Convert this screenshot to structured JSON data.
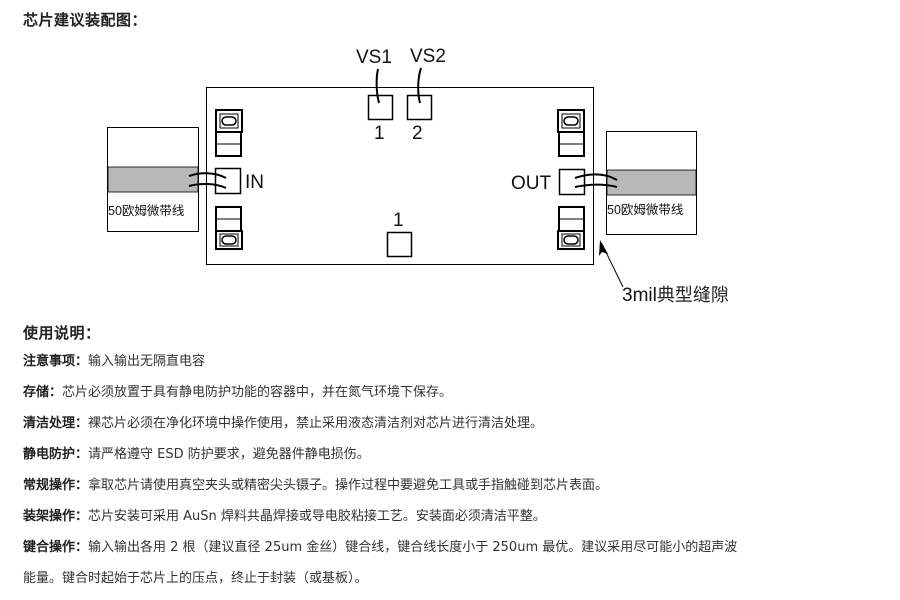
{
  "page": {
    "section1_title": "芯片建议装配图：",
    "section2_title": "使用说明："
  },
  "diagram": {
    "pad_labels": {
      "vs1": "VS1",
      "vs2": "VS2",
      "pad1_num": "1",
      "pad2_num": "2",
      "ground_pad_num": "1",
      "in": "IN",
      "out": "OUT"
    },
    "microstrip_label": "50欧姆微带线",
    "gap_annotation": {
      "prefix": "3mil",
      "suffix": "典型缝隙"
    },
    "colors": {
      "line": "#000000",
      "microstrip_fill": "#b8b8b8",
      "background": "#ffffff"
    }
  },
  "notes": [
    {
      "label": "注意事项：",
      "text": "输入输出无隔直电容"
    },
    {
      "label": "存储：",
      "text": "芯片必须放置于具有静电防护功能的容器中，并在氮气环境下保存。"
    },
    {
      "label": "清洁处理：",
      "text": "裸芯片必须在净化环境中操作使用，禁止采用液态清洁剂对芯片进行清洁处理。"
    },
    {
      "label": "静电防护：",
      "text": "请严格遵守 ESD 防护要求，避免器件静电损伤。"
    },
    {
      "label": "常规操作：",
      "text": "拿取芯片请使用真空夹头或精密尖头镊子。操作过程中要避免工具或手指触碰到芯片表面。"
    },
    {
      "label": "装架操作：",
      "text": "芯片安装可采用 AuSn 焊料共晶焊接或导电胶粘接工艺。安装面必须清洁平整。"
    },
    {
      "label": "键合操作：",
      "text": "输入输出各用 2 根（建议直径 25um 金丝）键合线，键合线长度小于 250um 最优。建议采用尽可能小的超声波"
    }
  ],
  "notes_continuation": "能量。键合时起始于芯片上的压点，终止于封装（或基板）。"
}
